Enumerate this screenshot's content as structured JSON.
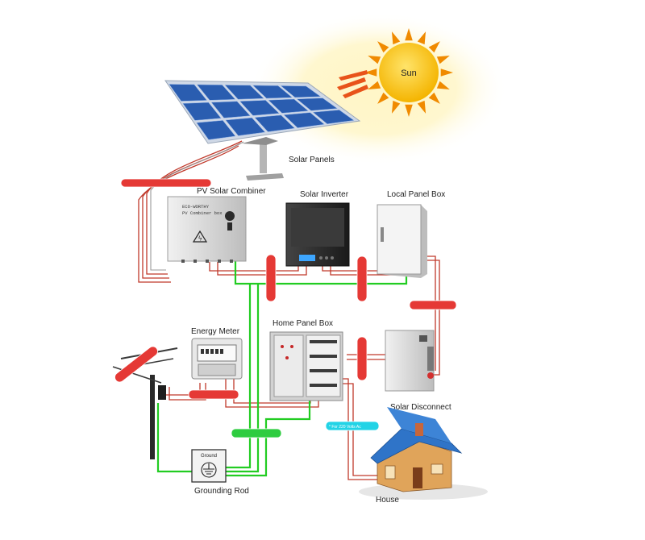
{
  "labels": {
    "sun": "Sun",
    "solar_panels": "Solar Panels",
    "pv_combiner": "PV Solar Combiner",
    "solar_inverter": "Solar Inverter",
    "local_panel_box": "Local Panel Box",
    "energy_meter": "Energy Meter",
    "home_panel_box": "Home Panel Box",
    "solar_disconnect": "Solar Disconnect",
    "grounding_rod": "Grounding Rod",
    "house": "House"
  },
  "device_text": {
    "combiner_brand": "ECO-WORTHY",
    "combiner_model": "PV Combiner box",
    "ground_plate": "Ground"
  },
  "wire_tags": {
    "house_feed": "* For 220 Volts Ac"
  },
  "colors": {
    "sun": "#f4b400",
    "sun_rays": "#f08a00",
    "panel_cell": "#2a5db0",
    "wire_red": "#c0392b",
    "wire_ground": "#22cc22",
    "tag_red": "#e53935",
    "tag_green": "#2ecc40",
    "tag_cyan": "#22d3e6",
    "enclosure": "#d9d9d9",
    "inverter": "#2b2b2b",
    "house_wall": "#e0a45a",
    "house_roof": "#2f74c8"
  }
}
